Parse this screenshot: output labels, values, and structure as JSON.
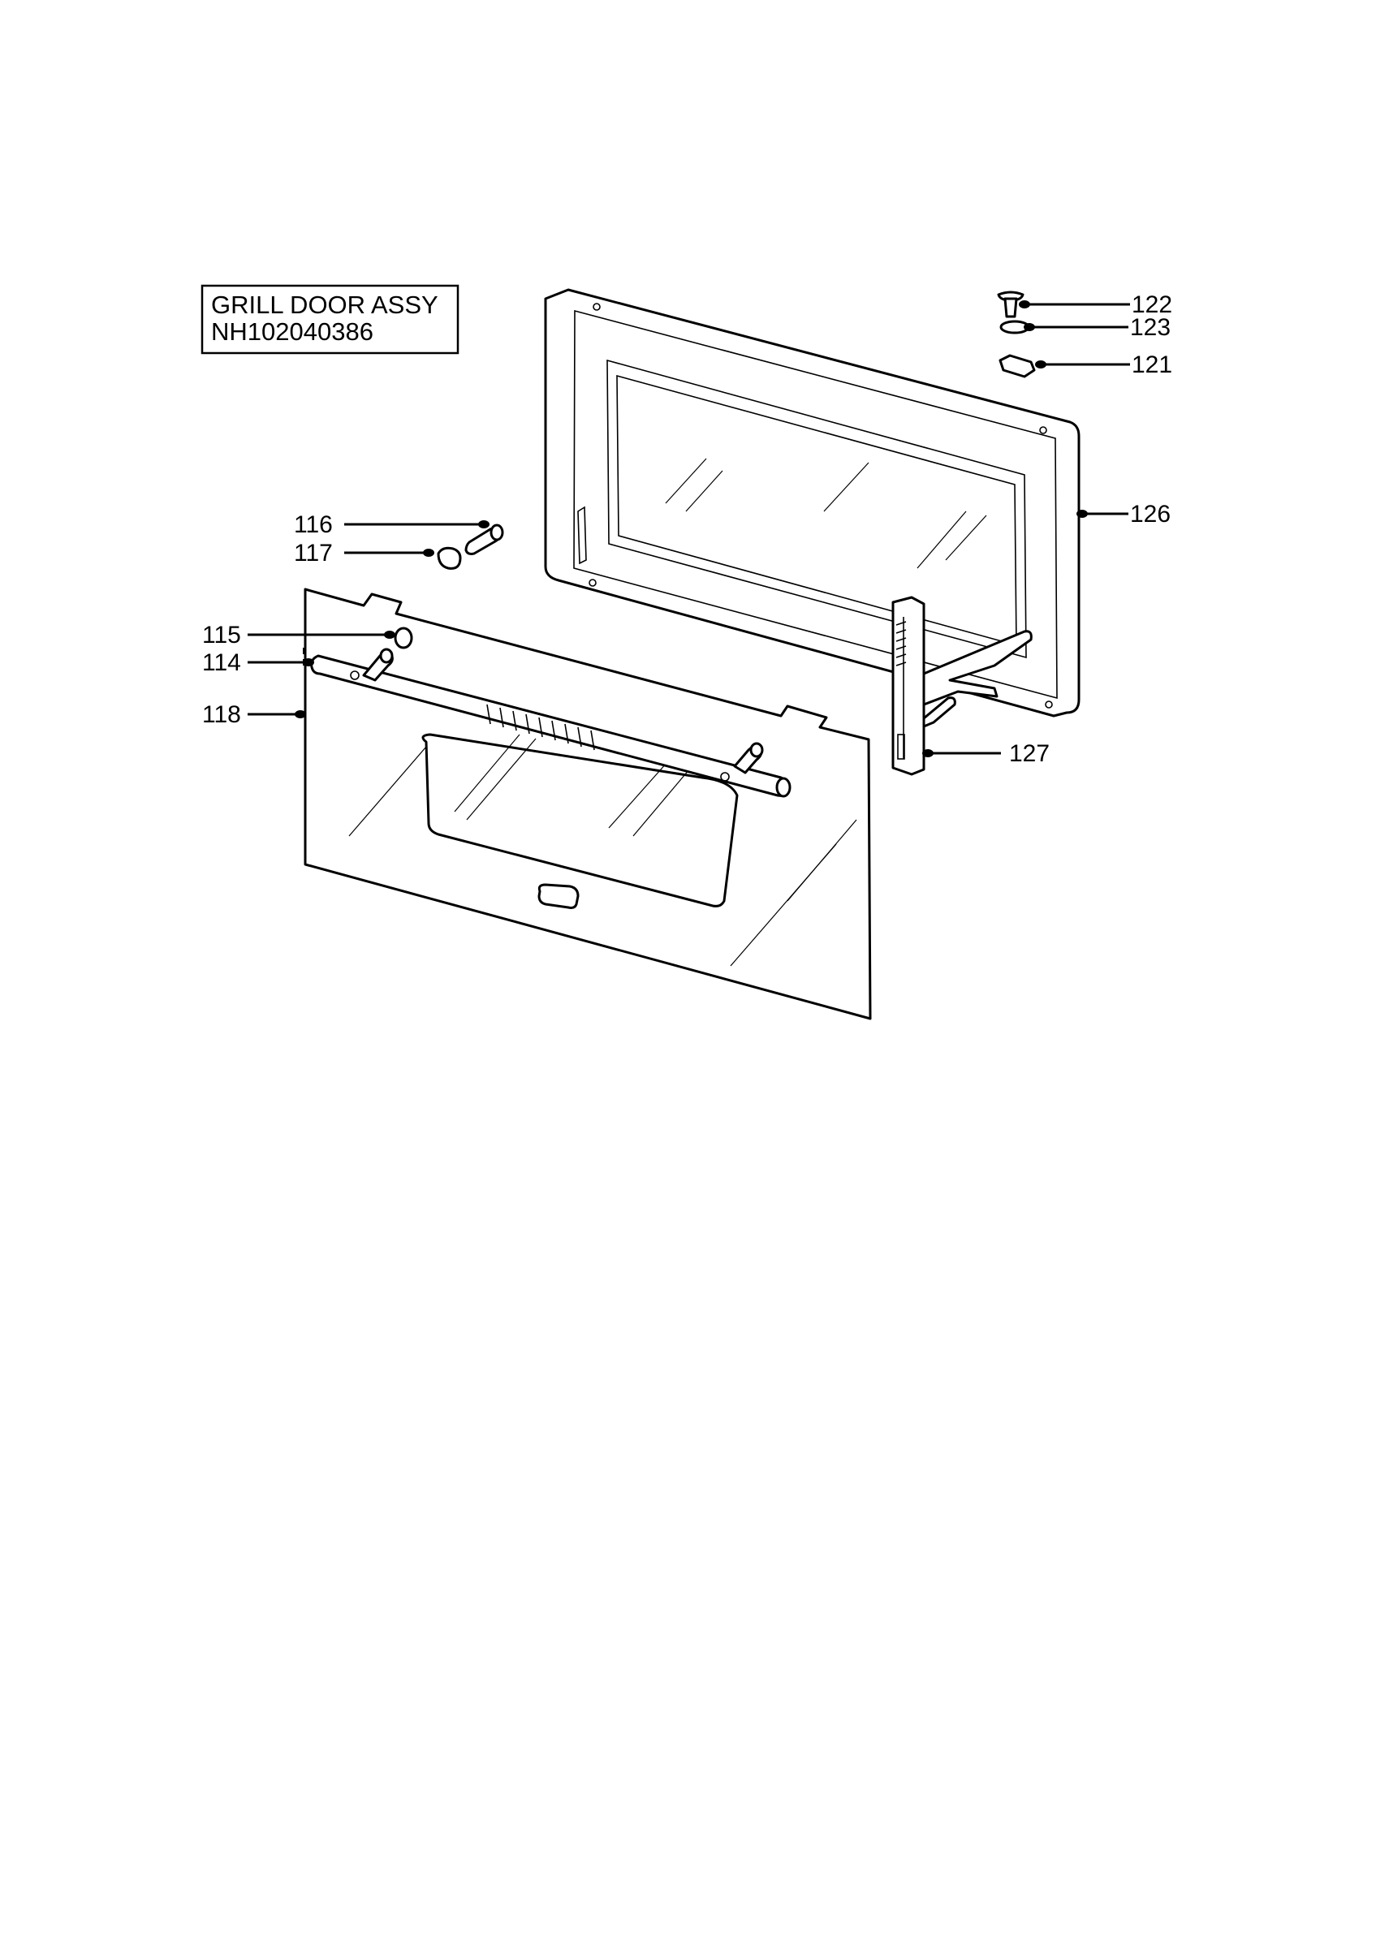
{
  "title_box": {
    "line1": "GRILL DOOR ASSY",
    "line2": "NH102040386"
  },
  "callouts": [
    {
      "id": "122",
      "label": "122"
    },
    {
      "id": "123",
      "label": "123"
    },
    {
      "id": "121",
      "label": "121"
    },
    {
      "id": "126",
      "label": "126"
    },
    {
      "id": "116",
      "label": "116"
    },
    {
      "id": "117",
      "label": "117"
    },
    {
      "id": "115",
      "label": "115"
    },
    {
      "id": "114",
      "label": "114"
    },
    {
      "id": "118",
      "label": "118"
    },
    {
      "id": "127",
      "label": "127"
    }
  ],
  "colors": {
    "line": "#000000",
    "background": "#ffffff"
  }
}
